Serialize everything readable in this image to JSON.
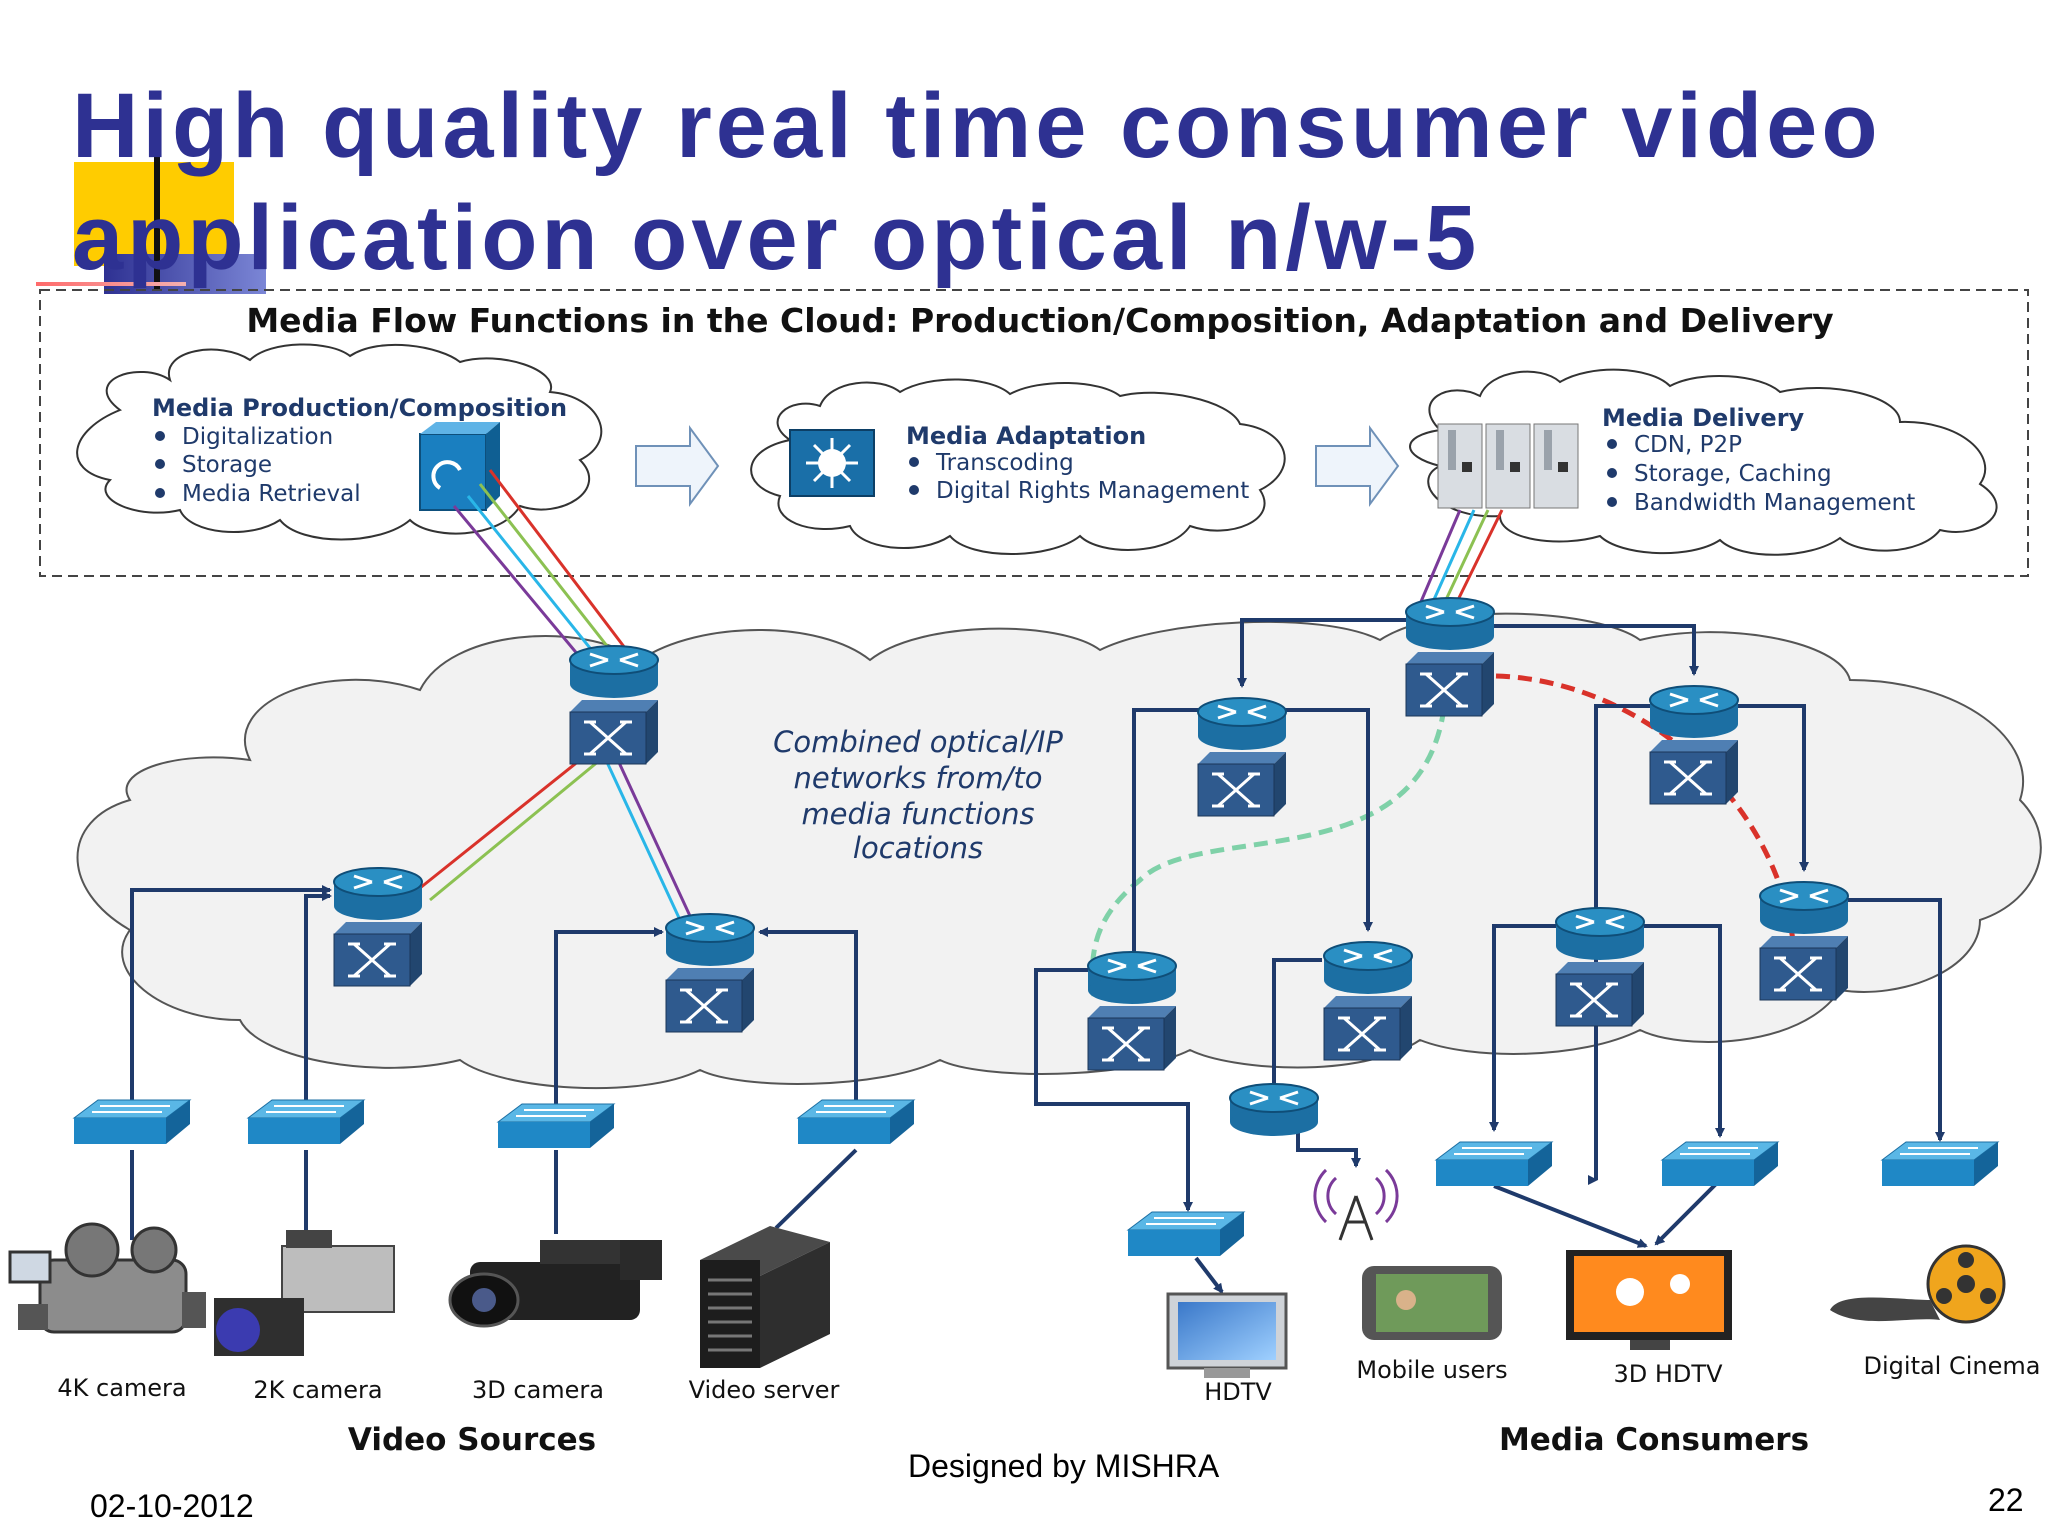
{
  "slide": {
    "title_line1": "High quality real time consumer video",
    "title_line2": "application over optical n/w-5",
    "footer_date": "02-10-2012",
    "footer_credit": "Designed by MISHRA",
    "footer_page": "22"
  },
  "diagram": {
    "heading": "Media Flow Functions in the Cloud: Production/Composition, Adaptation and Delivery",
    "production": {
      "title": "Media Production/Composition",
      "items": [
        "Digitalization",
        "Storage",
        "Media Retrieval"
      ]
    },
    "adaptation": {
      "title": "Media Adaptation",
      "items": [
        "Transcoding",
        "Digital Rights Management"
      ]
    },
    "delivery": {
      "title": "Media Delivery",
      "items": [
        "CDN, P2P",
        "Storage, Caching",
        "Bandwidth Management"
      ]
    },
    "network_caption": [
      "Combined optical/IP",
      "networks from/to",
      "media functions",
      "locations"
    ],
    "sources": {
      "label": "Video Sources",
      "devices": [
        "4K  camera",
        "2K camera",
        "3D camera",
        "Video server"
      ]
    },
    "consumers": {
      "label": "Media Consumers",
      "devices": [
        "HDTV",
        "Mobile users",
        "3D HDTV",
        "Digital Cinema"
      ]
    }
  },
  "colors": {
    "title": "#2e3192",
    "link": "#1f3a6b",
    "router": "#2a8fc3",
    "oxc": "#2f5a8e",
    "path_red": "#d9322a",
    "path_green": "#8cc152",
    "path_cyan": "#29b6e8",
    "path_purple": "#7a3a99"
  }
}
